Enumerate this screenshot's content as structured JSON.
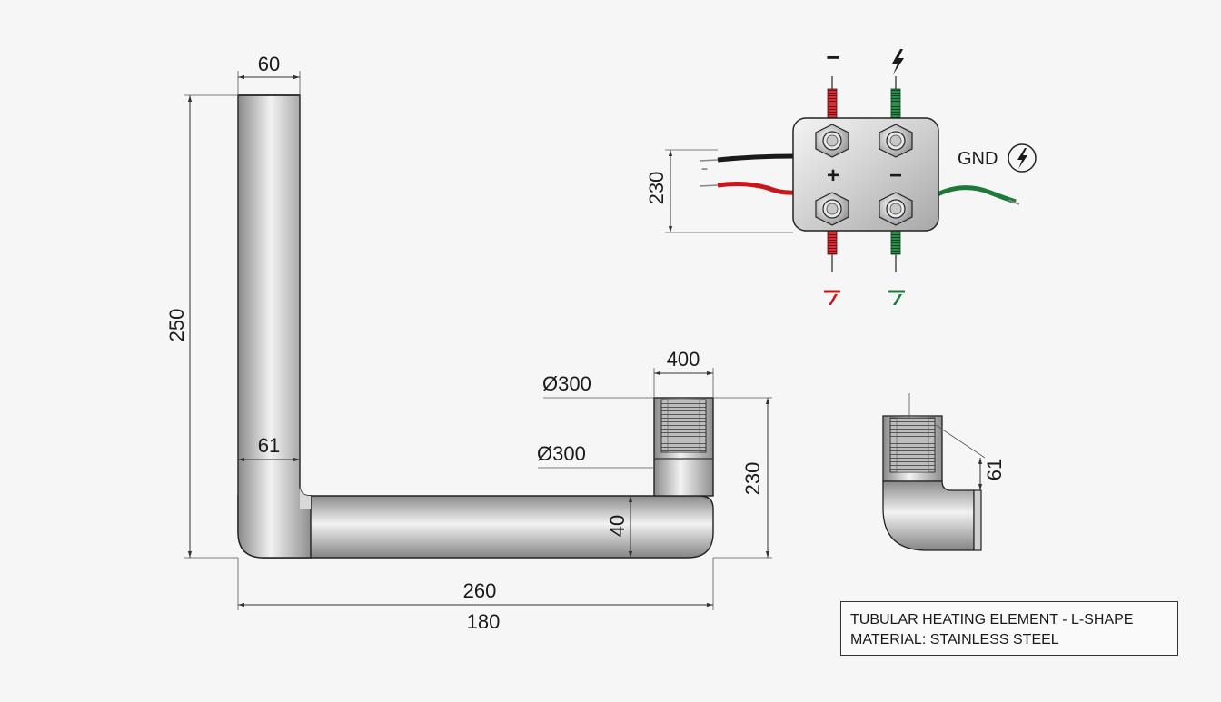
{
  "dimensions": {
    "top_width": "60",
    "height": "250",
    "pipe_diameter": "61",
    "end_width": "400",
    "diameter_upper": "Ø300",
    "diameter_lower": "Ø300",
    "end_height": "230",
    "pipe_thickness": "40",
    "length_total": "260",
    "length_inner": "180",
    "junction_height": "230",
    "detail_dim": "61"
  },
  "junction_box": {
    "top_left_symbol": "−",
    "top_right_symbol": "ϟ",
    "plus_label": "+",
    "minus_label": "−",
    "gnd_label": "GND",
    "gnd_symbol": "ϟ",
    "wire_mark_1": "−",
    "wire_mark_2": "−",
    "bottom_left_mark": "/",
    "bottom_right_mark": "/",
    "colors": {
      "red": "#c9161b",
      "green": "#1d7a3a",
      "black": "#1a1a1a",
      "body": "#d9d9d9"
    }
  },
  "title_block": {
    "line1": "TUBULAR HEATING ELEMENT - L-SHAPE",
    "line2": "MATERIAL: STAINLESS STEEL"
  }
}
